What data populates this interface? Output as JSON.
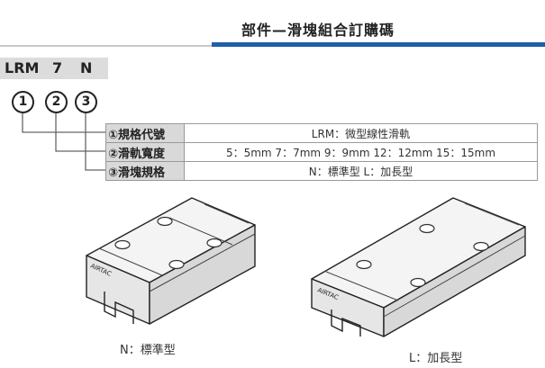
{
  "header": {
    "title": "部件—滑塊組合訂購碼"
  },
  "order_code": {
    "chars": [
      "LRM",
      "7",
      "N"
    ]
  },
  "markers": [
    "1",
    "2",
    "3"
  ],
  "spec_rows": [
    {
      "label": "①規格代號",
      "value": "LRM：微型線性滑軌"
    },
    {
      "label": "②滑軌寬度",
      "value": "5：5mm  7：7mm  9：9mm  12：12mm  15：15mm"
    },
    {
      "label": "③滑塊規格",
      "value": "N：標準型     L：加長型"
    }
  ],
  "images": [
    {
      "caption": "N：標準型",
      "engraving": "AIRTAC"
    },
    {
      "caption": "L：加長型",
      "engraving": "AIRTAC"
    }
  ],
  "colors": {
    "accent_blue": "#1f5fa8",
    "label_bg": "#d9d9d9",
    "code_bar": "#dcdcdc"
  }
}
